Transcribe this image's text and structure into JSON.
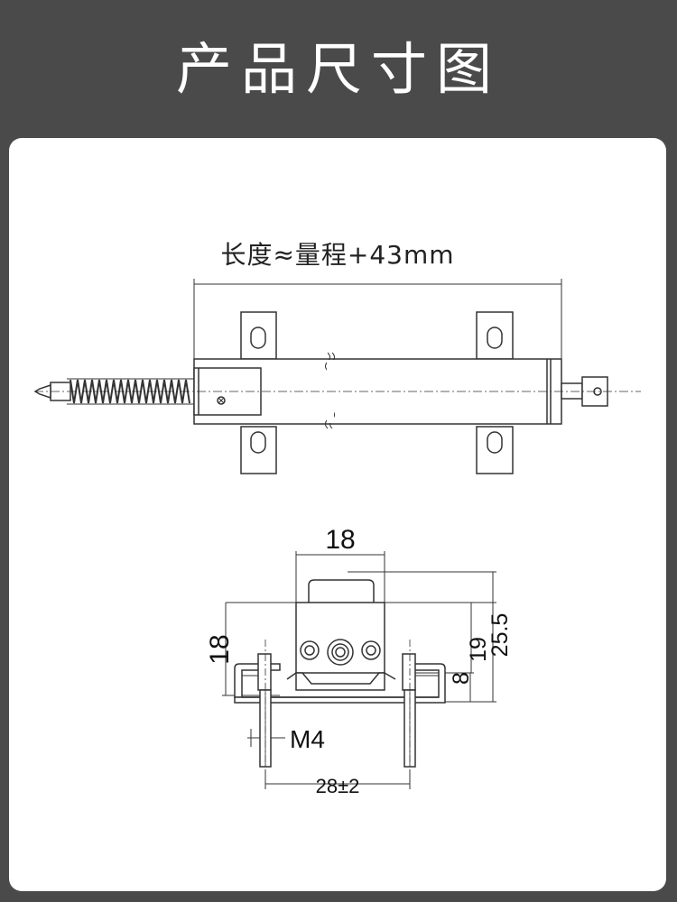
{
  "header": {
    "title": "产品尺寸图"
  },
  "top_view": {
    "length_label": "长度≈量程+43mm"
  },
  "front_view": {
    "width_dim": "18",
    "height_left_dim": "18",
    "height_total_dim": "25.5",
    "height_mid_dim": "19",
    "height_low_dim": "8",
    "thread_label": "M4",
    "spacing_dim": "28±2"
  }
}
